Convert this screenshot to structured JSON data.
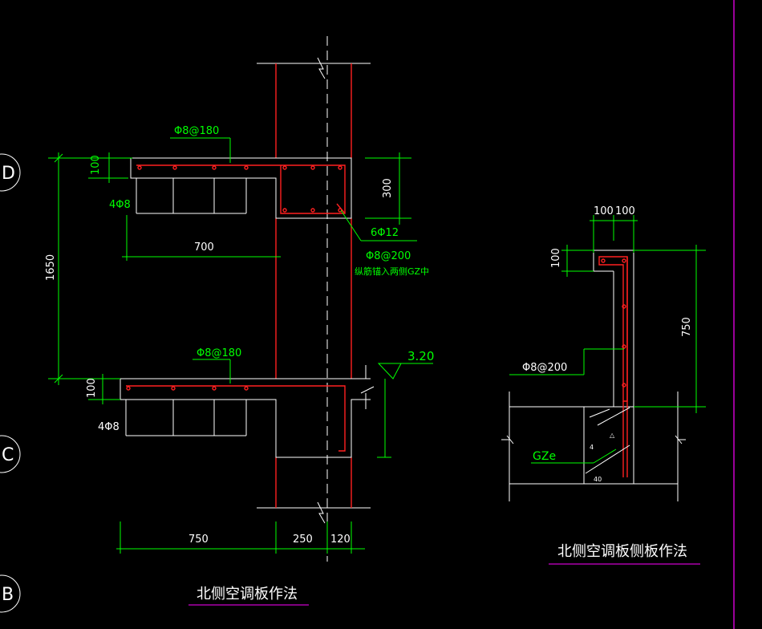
{
  "colors": {
    "background": "#000000",
    "dimension": "#00ff00",
    "outline": "#ffffff",
    "rebar": "#ff2020",
    "title_underline": "#ff00ff",
    "border": "#cc00cc"
  },
  "axis_bubbles": [
    "D",
    "C",
    "B"
  ],
  "detail1": {
    "title": "北侧空调板作法",
    "top_rebar": "Φ8@180",
    "top_thickness": "100",
    "top_bottom_bars": "4Φ8",
    "top_cantilever": "700",
    "beam_depth": "300",
    "beam_bars": "6Φ12",
    "beam_stirrup": "Φ8@200",
    "anchor_note": "纵筋锚入两侧GZ中",
    "overall_height": "1650",
    "bottom_rebar": "Φ8@180",
    "bottom_thickness": "100",
    "bottom_bars": "4Φ8",
    "elevation": "3.20",
    "dim_750": "750",
    "dim_250": "250",
    "dim_120": "120"
  },
  "detail2": {
    "title": "北侧空调板侧板作法",
    "dim_100a": "100",
    "dim_100b": "100",
    "dim_100c": "100",
    "height": "750",
    "rebar": "Φ8@200",
    "column": "GZe"
  }
}
